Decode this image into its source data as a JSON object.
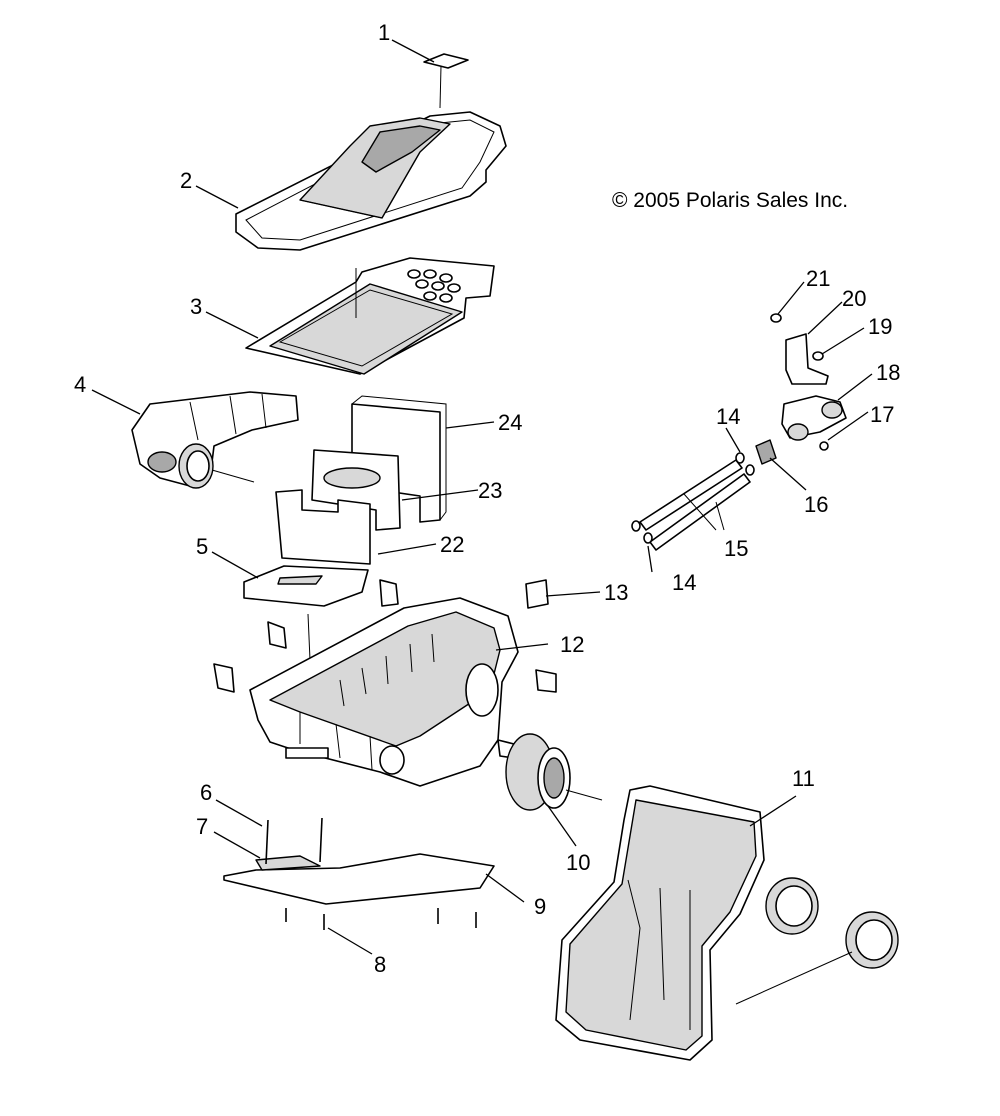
{
  "copyright": "© 2005 Polaris Sales Inc.",
  "callouts": [
    "1",
    "2",
    "3",
    "4",
    "5",
    "6",
    "7",
    "8",
    "9",
    "10",
    "11",
    "12",
    "13",
    "14",
    "15",
    "16",
    "17",
    "18",
    "19",
    "20",
    "21",
    "22",
    "23",
    "24"
  ],
  "callout_14_second": "14"
}
